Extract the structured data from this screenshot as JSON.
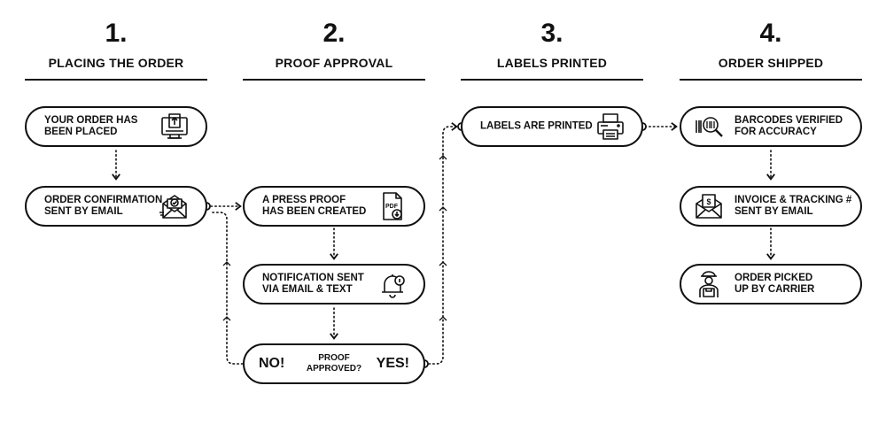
{
  "columns": [
    {
      "number": "1.",
      "title": "PLACING THE ORDER"
    },
    {
      "number": "2.",
      "title": "PROOF APPROVAL"
    },
    {
      "number": "3.",
      "title": "LABELS PRINTED"
    },
    {
      "number": "4.",
      "title": "ORDER SHIPPED"
    }
  ],
  "steps": {
    "order_placed": "YOUR ORDER HAS\nBEEN PLACED",
    "order_confirmation": "ORDER CONFIRMATION\nSENT BY EMAIL",
    "press_proof": "A PRESS PROOF\nHAS BEEN CREATED",
    "notification": "NOTIFICATION SENT\nVIA EMAIL & TEXT",
    "labels_printed": "LABELS ARE PRINTED",
    "barcodes": "BARCODES VERIFIED\nFOR ACCURACY",
    "invoice": "INVOICE & TRACKING #\nSENT BY EMAIL",
    "picked_up": "ORDER PICKED\nUP BY CARRIER"
  },
  "decision": {
    "no": "NO!",
    "question": "PROOF\nAPPROVED?",
    "yes": "YES!"
  },
  "icons": {
    "order_placed": "computer-upload-icon",
    "order_confirmation": "email-check-icon",
    "press_proof": "pdf-download-icon",
    "notification": "bell-notification-icon",
    "labels_printed": "printer-icon",
    "barcodes": "barcode-magnifier-icon",
    "invoice": "email-dollar-icon",
    "picked_up": "delivery-person-icon"
  },
  "colors": {
    "ink": "#111111",
    "background": "#ffffff"
  }
}
